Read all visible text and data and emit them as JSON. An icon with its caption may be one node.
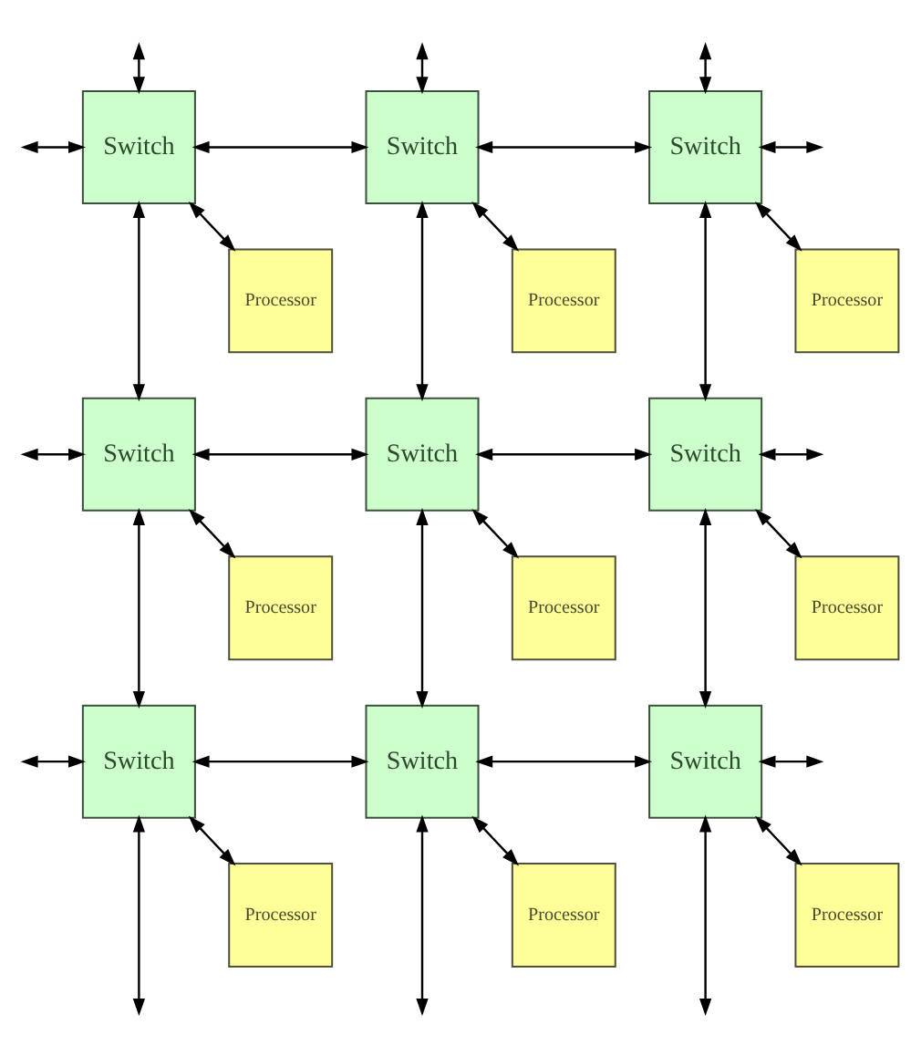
{
  "diagram": {
    "nodes": [
      {
        "text": [
          "Switch"
        ]
      },
      {
        "text": [
          "Switch"
        ]
      },
      {
        "text": [
          "Switch"
        ]
      },
      {
        "text": [
          "Processor"
        ]
      },
      {
        "text": [
          "Processor"
        ]
      },
      {
        "text": [
          "Processor"
        ]
      },
      {
        "text": [
          "Switch"
        ]
      },
      {
        "text": [
          "Switch"
        ]
      },
      {
        "text": [
          "Switch"
        ]
      },
      {
        "text": [
          "Processor"
        ]
      },
      {
        "text": [
          "Processor"
        ]
      },
      {
        "text": [
          "Processor"
        ]
      },
      {
        "text": [
          "Switch"
        ]
      },
      {
        "text": [
          "Switch"
        ]
      },
      {
        "text": [
          "Switch"
        ]
      },
      {
        "text": [
          "Processor"
        ]
      },
      {
        "text": [
          "Processor"
        ]
      },
      {
        "text": [
          "Processor"
        ]
      }
    ],
    "edges": [
      {
        "from": null,
        "to": 0,
        "arrow": "both"
      },
      {
        "from": null,
        "to": 1,
        "arrow": "both"
      },
      {
        "from": null,
        "to": 2,
        "arrow": "both"
      },
      {
        "from": null,
        "to": 0,
        "arrow": "both"
      },
      {
        "from": 0,
        "to": 1,
        "arrow": "both"
      },
      {
        "from": 1,
        "to": 2,
        "arrow": "both"
      },
      {
        "from": 2,
        "to": null,
        "arrow": "both"
      },
      {
        "from": 0,
        "to": 6,
        "arrow": "both"
      },
      {
        "from": 1,
        "to": 7,
        "arrow": "both"
      },
      {
        "from": 2,
        "to": 8,
        "arrow": "both"
      },
      {
        "from": 0,
        "to": 3,
        "arrow": "both"
      },
      {
        "from": 1,
        "to": 4,
        "arrow": "both"
      },
      {
        "from": 2,
        "to": 5,
        "arrow": "both"
      },
      {
        "from": null,
        "to": 6,
        "arrow": "both"
      },
      {
        "from": 6,
        "to": 7,
        "arrow": "both"
      },
      {
        "from": 7,
        "to": 8,
        "arrow": "both"
      },
      {
        "from": 8,
        "to": null,
        "arrow": "both"
      },
      {
        "from": 6,
        "to": 12,
        "arrow": "both"
      },
      {
        "from": 7,
        "to": 13,
        "arrow": "both"
      },
      {
        "from": 8,
        "to": 14,
        "arrow": "both"
      },
      {
        "from": 6,
        "to": 9,
        "arrow": "both"
      },
      {
        "from": 7,
        "to": 10,
        "arrow": "both"
      },
      {
        "from": 8,
        "to": 11,
        "arrow": "both"
      },
      {
        "from": null,
        "to": 12,
        "arrow": "both"
      },
      {
        "from": 12,
        "to": 13,
        "arrow": "both"
      },
      {
        "from": 13,
        "to": 14,
        "arrow": "both"
      },
      {
        "from": 14,
        "to": null,
        "arrow": "both"
      },
      {
        "from": 12,
        "to": null,
        "arrow": "both"
      },
      {
        "from": 13,
        "to": null,
        "arrow": "both"
      },
      {
        "from": 14,
        "to": null,
        "arrow": "both"
      },
      {
        "from": 12,
        "to": 15,
        "arrow": "both"
      },
      {
        "from": 13,
        "to": 16,
        "arrow": "both"
      },
      {
        "from": 14,
        "to": 17,
        "arrow": "both"
      }
    ]
  }
}
